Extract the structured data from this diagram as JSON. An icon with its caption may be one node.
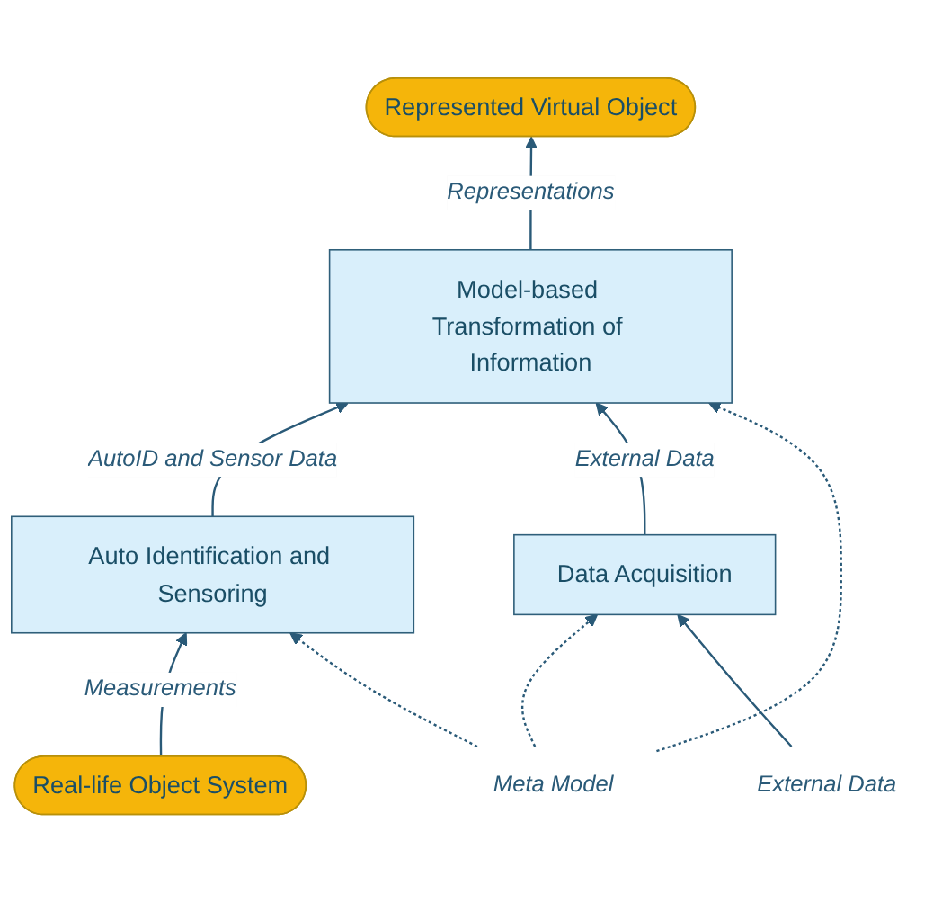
{
  "diagram": {
    "nodes": [
      {
        "text": [
          "Represented Virtual Object"
        ]
      },
      {
        "text": [
          "Model-based Transformation of Information"
        ]
      },
      {
        "text": [
          "Auto Identification and Sensoring"
        ]
      },
      {
        "text": [
          "Data Acquisition"
        ]
      },
      {
        "text": [
          "Real-life Object System"
        ]
      },
      {
        "text": [
          "Meta Model"
        ]
      },
      {
        "text": [
          "External Data"
        ]
      }
    ],
    "edges": [
      {
        "from": 1,
        "to": 0,
        "arrow": "to",
        "label": "Representations"
      },
      {
        "from": 2,
        "to": 1,
        "arrow": "to",
        "label": "AutoID and Sensor Data"
      },
      {
        "from": 3,
        "to": 1,
        "arrow": "to",
        "label": "External Data"
      },
      {
        "from": 4,
        "to": 2,
        "arrow": "to",
        "label": "Measurements"
      },
      {
        "from": 5,
        "to": 1,
        "arrow": "to",
        "style": "dashed"
      },
      {
        "from": 5,
        "to": 2,
        "arrow": "to",
        "style": "dashed"
      },
      {
        "from": 5,
        "to": 3,
        "arrow": "to",
        "style": "dashed"
      },
      {
        "from": 6,
        "to": 3,
        "arrow": "to"
      }
    ]
  }
}
